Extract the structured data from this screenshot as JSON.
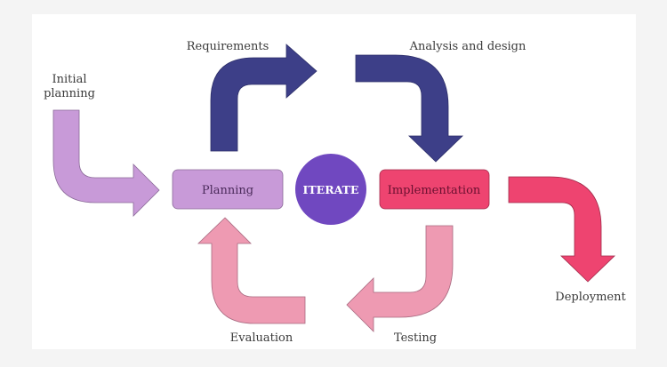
{
  "diagram": {
    "title": "Iterative development cycle",
    "center": {
      "label": "ITERATE",
      "color": "#7048c0"
    },
    "nodes": [
      {
        "id": "planning",
        "label": "Planning",
        "fill": "#c89ad8",
        "text_color": "#4a2a5a"
      },
      {
        "id": "implementation",
        "label": "Implementation",
        "fill": "#ee4470",
        "text_color": "#6a1030"
      }
    ],
    "arrows": [
      {
        "id": "initial-planning",
        "label_lines": [
          "Initial",
          "planning"
        ],
        "color": "#c89ad8",
        "from": "start",
        "to": "planning"
      },
      {
        "id": "requirements",
        "label": "Requirements",
        "color": "#3d3f88",
        "from": "planning",
        "to": "analysis"
      },
      {
        "id": "analysis-and-design",
        "label": "Analysis and design",
        "color": "#3d3f88",
        "from": "requirements",
        "to": "implementation"
      },
      {
        "id": "deployment",
        "label": "Deployment",
        "color": "#ee4470",
        "from": "implementation",
        "to": "end"
      },
      {
        "id": "testing",
        "label": "Testing",
        "color": "#ee9ab2",
        "from": "implementation",
        "to": "evaluation"
      },
      {
        "id": "evaluation",
        "label": "Evaluation",
        "color": "#ee9ab2",
        "from": "testing",
        "to": "planning"
      }
    ]
  }
}
